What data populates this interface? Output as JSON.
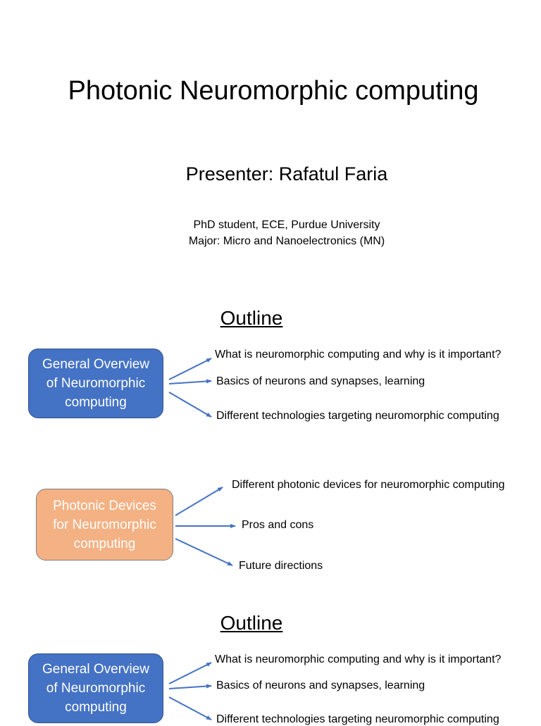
{
  "title": "Photonic Neuromorphic computing",
  "presenter": "Presenter: Rafatul Faria",
  "affiliation": {
    "line1": "PhD student, ECE, Purdue University",
    "line2": "Major: Micro and Nanoelectronics (MN)"
  },
  "outline_label": "Outline",
  "section1": {
    "box_lines": [
      "General Overview",
      "of Neuromorphic",
      "computing"
    ],
    "items": [
      "What is neuromorphic computing and why is it important?",
      "Basics of neurons and synapses, learning",
      "Different technologies targeting neuromorphic computing"
    ]
  },
  "section2": {
    "box_lines": [
      "Photonic Devices",
      "for Neuromorphic",
      "computing"
    ],
    "items": [
      "Different photonic devices for neuromorphic computing",
      "Pros and cons",
      "Future directions"
    ]
  },
  "colors": {
    "blue_box": "#4472c4",
    "orange_box": "#f4b183",
    "arrow": "#4472c4"
  }
}
